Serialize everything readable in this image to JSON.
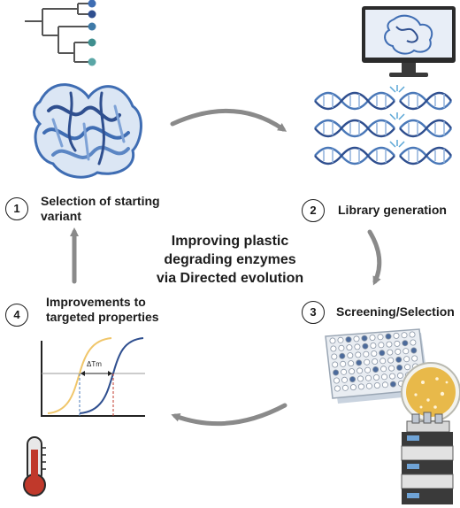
{
  "title": {
    "lines": [
      "Improving plastic",
      "degrading enzymes",
      "via Directed evolution"
    ]
  },
  "steps": [
    {
      "number": "1",
      "lines": [
        "Selection of starting",
        "variant"
      ]
    },
    {
      "number": "2",
      "lines": [
        "Library generation"
      ]
    },
    {
      "number": "3",
      "lines": [
        "Screening/Selection"
      ]
    },
    {
      "number": "4",
      "lines": [
        "Improvements to",
        "targeted properties"
      ]
    }
  ],
  "melting_plot": {
    "annotation": "ΔTm"
  },
  "colors": {
    "protein_blue": "#3f6db3",
    "dna_blue": "#4a78b8",
    "arrow_gray": "#8a8a8a",
    "curve_yellow": "#f0c66a",
    "curve_blue": "#2f4f8f",
    "thermo_red": "#c0392b",
    "plate_blue": "#4b6a9b",
    "petri_yellow": "#e8b94a"
  },
  "icons": [
    "phylogenetic-tree-icon",
    "protein-structure-icon",
    "monitor-icon",
    "dna-helix-icon",
    "well-plate-icon",
    "petri-dish-icon",
    "hplc-instrument-icon",
    "thermometer-icon"
  ]
}
